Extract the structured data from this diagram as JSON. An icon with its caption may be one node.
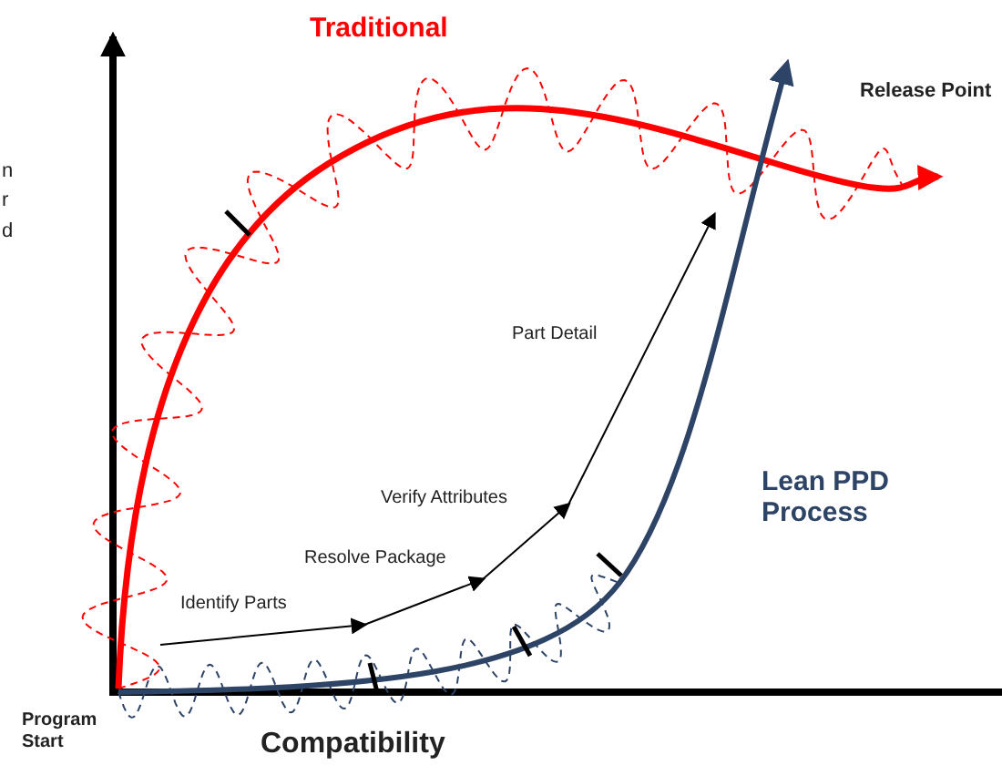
{
  "diagram": {
    "labels": [
      "Traditional",
      "Release Point",
      "n",
      "r",
      "d",
      "Part Detail",
      "Verify Attributes",
      "Lean PPD Process",
      "Resolve Package",
      "Identify Parts",
      "Program Start",
      "Compatibility"
    ]
  }
}
